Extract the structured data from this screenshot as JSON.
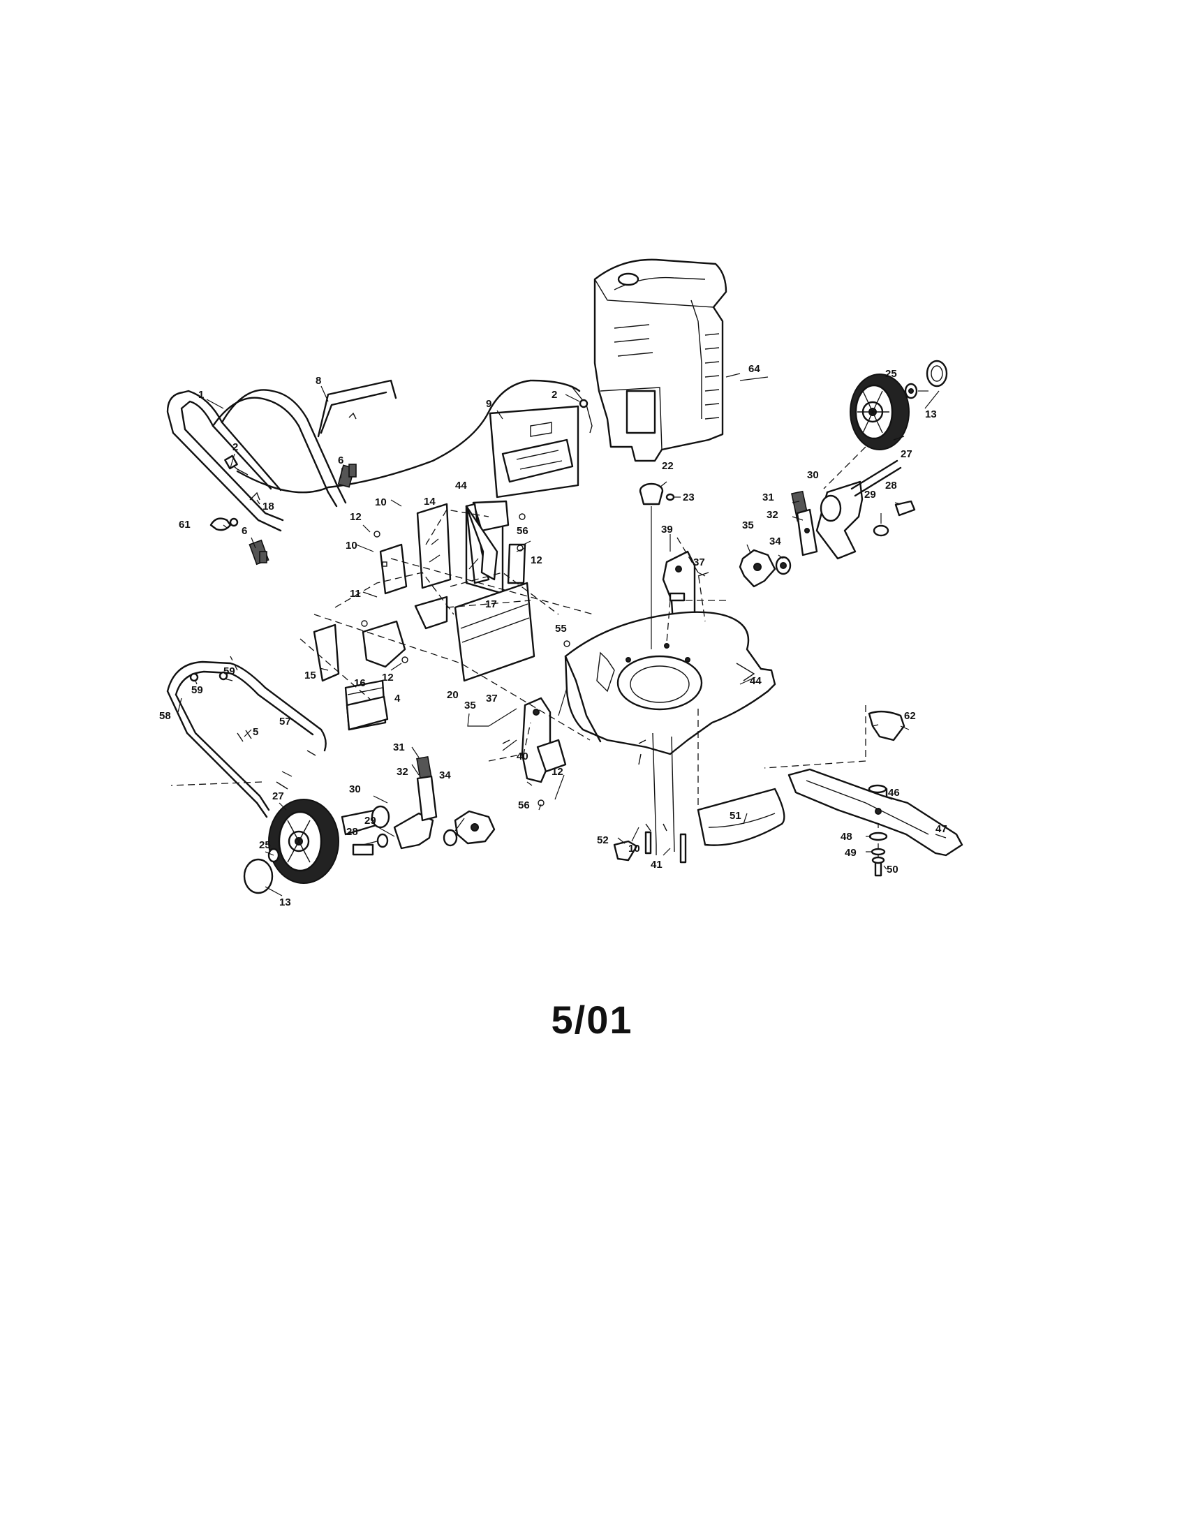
{
  "callouts": [
    {
      "id": "c1",
      "text": "1"
    },
    {
      "id": "c2a",
      "text": "2"
    },
    {
      "id": "c2b",
      "text": "2"
    },
    {
      "id": "c4",
      "text": "4"
    },
    {
      "id": "c5",
      "text": "5"
    },
    {
      "id": "c6a",
      "text": "6"
    },
    {
      "id": "c6b",
      "text": "6"
    },
    {
      "id": "c8",
      "text": "8"
    },
    {
      "id": "c9",
      "text": "9"
    },
    {
      "id": "c10a",
      "text": "10"
    },
    {
      "id": "c10b",
      "text": "10"
    },
    {
      "id": "c10c",
      "text": "10"
    },
    {
      "id": "c11",
      "text": "11"
    },
    {
      "id": "c12a",
      "text": "12"
    },
    {
      "id": "c12b",
      "text": "12"
    },
    {
      "id": "c12c",
      "text": "12"
    },
    {
      "id": "c12d",
      "text": "12"
    },
    {
      "id": "c13a",
      "text": "13"
    },
    {
      "id": "c13b",
      "text": "13"
    },
    {
      "id": "c14",
      "text": "14"
    },
    {
      "id": "c15",
      "text": "15"
    },
    {
      "id": "c16",
      "text": "16"
    },
    {
      "id": "c17",
      "text": "17"
    },
    {
      "id": "c18",
      "text": "18"
    },
    {
      "id": "c20",
      "text": "20"
    },
    {
      "id": "c22",
      "text": "22"
    },
    {
      "id": "c23",
      "text": "23"
    },
    {
      "id": "c25a",
      "text": "25"
    },
    {
      "id": "c25b",
      "text": "25"
    },
    {
      "id": "c27a",
      "text": "27"
    },
    {
      "id": "c27b",
      "text": "27"
    },
    {
      "id": "c28a",
      "text": "28"
    },
    {
      "id": "c28b",
      "text": "28"
    },
    {
      "id": "c29a",
      "text": "29"
    },
    {
      "id": "c29b",
      "text": "29"
    },
    {
      "id": "c30a",
      "text": "30"
    },
    {
      "id": "c30b",
      "text": "30"
    },
    {
      "id": "c31a",
      "text": "31"
    },
    {
      "id": "c31b",
      "text": "31"
    },
    {
      "id": "c32a",
      "text": "32"
    },
    {
      "id": "c32b",
      "text": "32"
    },
    {
      "id": "c34a",
      "text": "34"
    },
    {
      "id": "c34b",
      "text": "34"
    },
    {
      "id": "c35a",
      "text": "35"
    },
    {
      "id": "c35b",
      "text": "35"
    },
    {
      "id": "c37a",
      "text": "37"
    },
    {
      "id": "c37b",
      "text": "37"
    },
    {
      "id": "c39",
      "text": "39"
    },
    {
      "id": "c40",
      "text": "40"
    },
    {
      "id": "c41",
      "text": "41"
    },
    {
      "id": "c44a",
      "text": "44"
    },
    {
      "id": "c44b",
      "text": "44"
    },
    {
      "id": "c46",
      "text": "46"
    },
    {
      "id": "c47",
      "text": "47"
    },
    {
      "id": "c48",
      "text": "48"
    },
    {
      "id": "c49",
      "text": "49"
    },
    {
      "id": "c50",
      "text": "50"
    },
    {
      "id": "c51",
      "text": "51"
    },
    {
      "id": "c52",
      "text": "52"
    },
    {
      "id": "c55",
      "text": "55"
    },
    {
      "id": "c56a",
      "text": "56"
    },
    {
      "id": "c56b",
      "text": "56"
    },
    {
      "id": "c57",
      "text": "57"
    },
    {
      "id": "c58",
      "text": "58"
    },
    {
      "id": "c59a",
      "text": "59"
    },
    {
      "id": "c59b",
      "text": "59"
    },
    {
      "id": "c61",
      "text": "61"
    },
    {
      "id": "c62",
      "text": "62"
    },
    {
      "id": "c64",
      "text": "64"
    }
  ],
  "footer": {
    "date": "5/01"
  }
}
